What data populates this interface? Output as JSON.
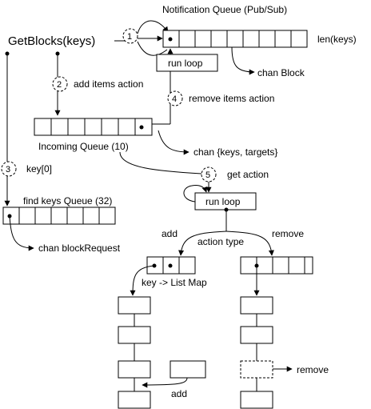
{
  "diagram": {
    "main_function": "GetBlocks(keys)",
    "notification_queue": {
      "title": "Notification Queue (Pub/Sub)",
      "length_label": "len(keys)",
      "run_loop": "run loop",
      "output": "chan Block"
    },
    "incoming_queue": {
      "title": "Incoming Queue (10)",
      "output": "chan {keys, targets}"
    },
    "find_keys_queue": {
      "title": "find keys Queue (32)",
      "output": "chan blockRequest"
    },
    "steps": [
      {
        "number": "1",
        "label": ""
      },
      {
        "number": "2",
        "label": "add items action"
      },
      {
        "number": "3",
        "label": "key[0]"
      },
      {
        "number": "4",
        "label": "remove items action"
      },
      {
        "number": "5",
        "label": "get action"
      }
    ],
    "processor": {
      "run_loop": "run loop",
      "action_type": "action type",
      "add_branch": "add",
      "remove_branch": "remove",
      "map_label": "key -> List Map",
      "list_add_label": "add",
      "list_remove_label": "remove"
    }
  }
}
